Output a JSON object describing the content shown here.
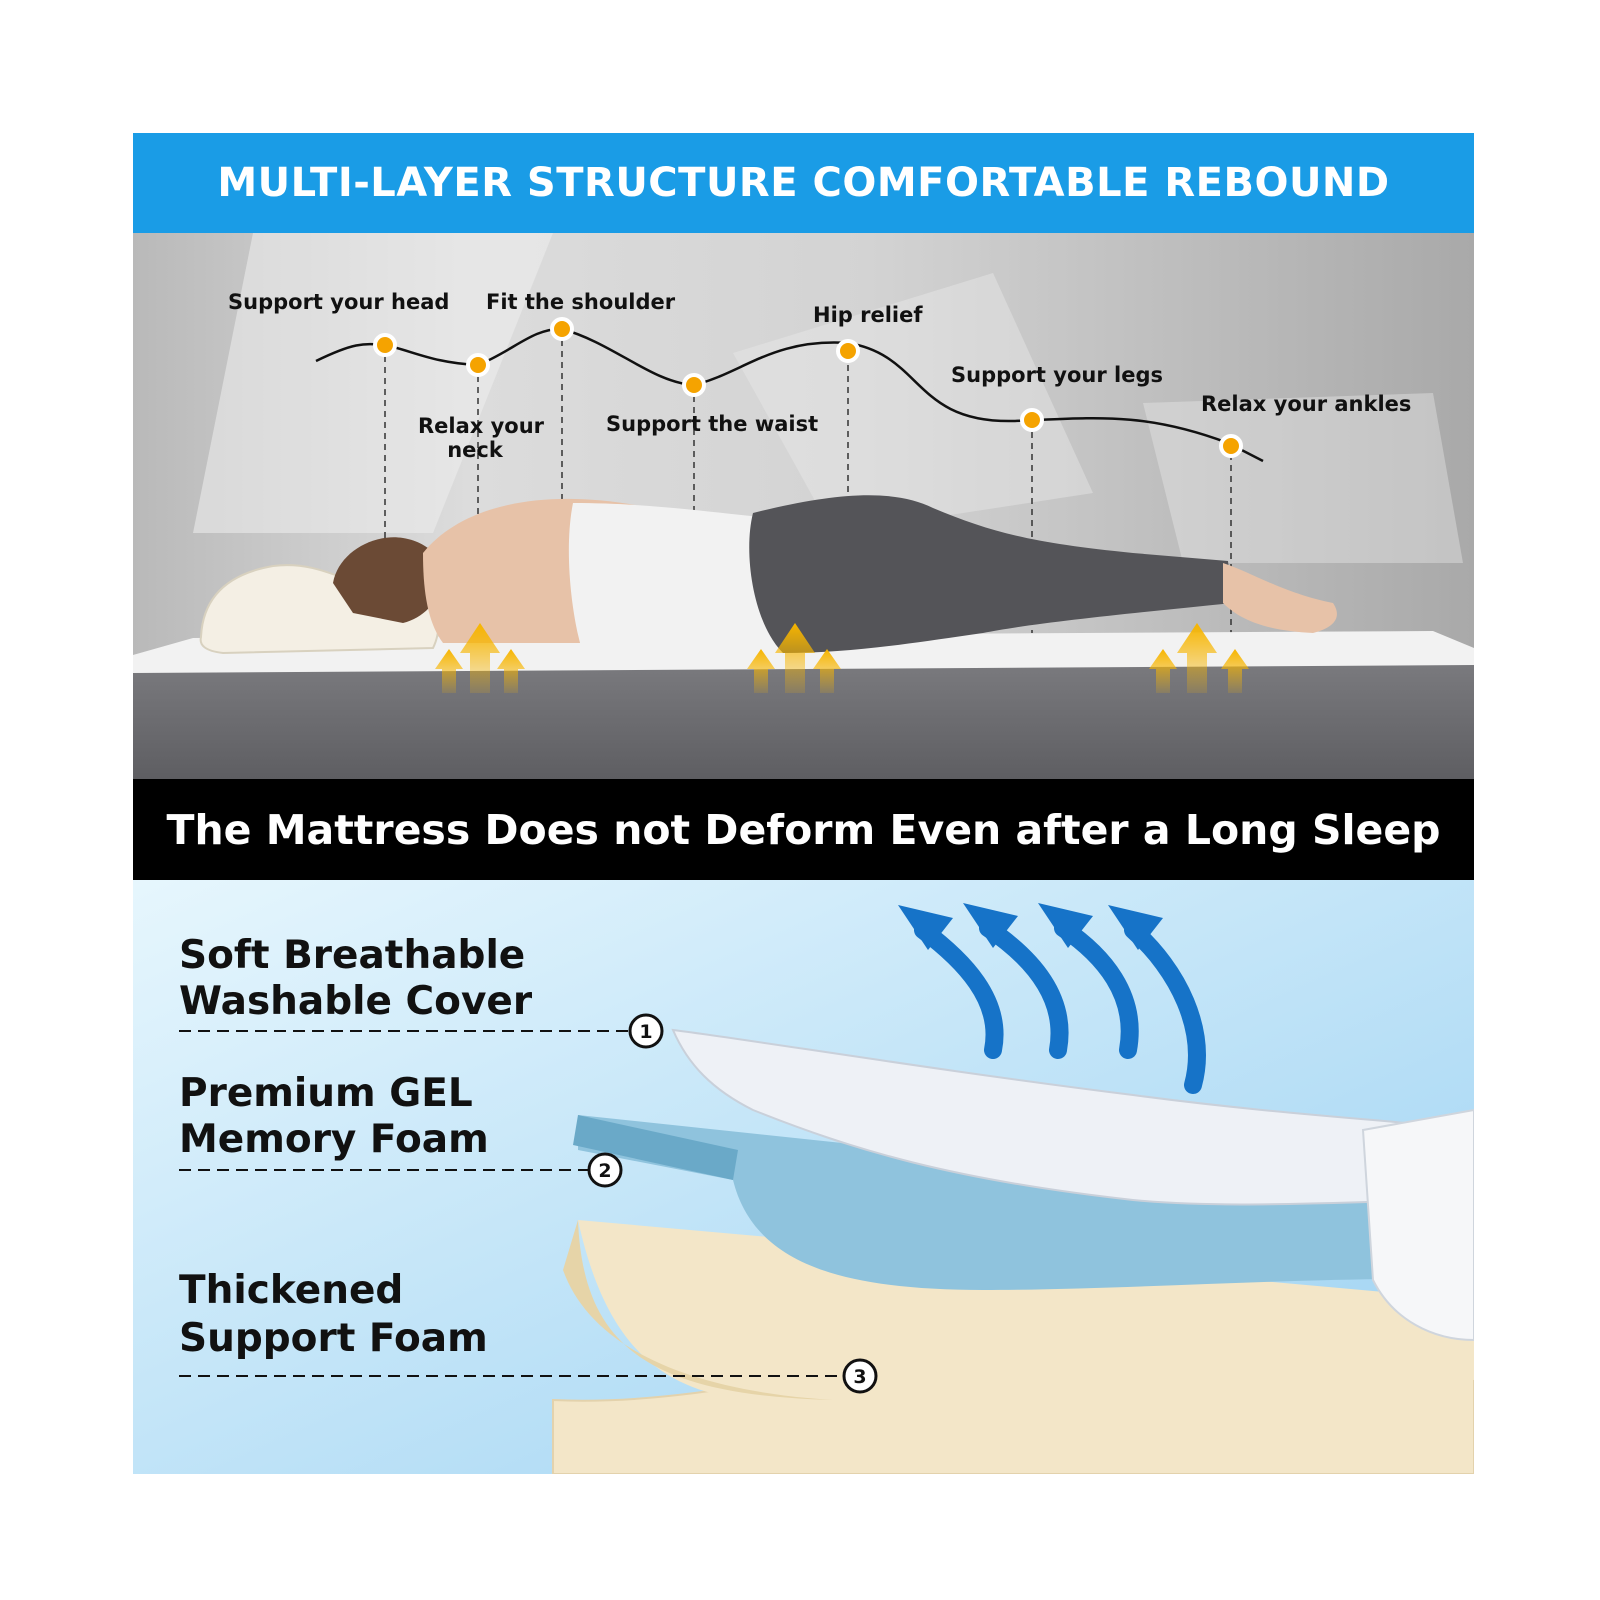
{
  "header": {
    "title": "MULTI-LAYER STRUCTURE COMFORTABLE REBOUND"
  },
  "support_points": [
    {
      "label": "Support your head"
    },
    {
      "label_line1": "Relax your",
      "label_line2": "neck"
    },
    {
      "label": "Fit the shoulder"
    },
    {
      "label": "Support the waist"
    },
    {
      "label": "Hip relief"
    },
    {
      "label": "Support your legs"
    },
    {
      "label": "Relax your ankles"
    }
  ],
  "divider": {
    "title": "The Mattress Does not Deform Even after a Long Sleep"
  },
  "layers": [
    {
      "number": "1",
      "line1": "Soft Breathable",
      "line2": "Washable Cover"
    },
    {
      "number": "2",
      "line1": "Premium GEL",
      "line2": "Memory Foam"
    },
    {
      "number": "3",
      "line1": "Thickened",
      "line2": "Support Foam"
    }
  ],
  "colors": {
    "banner_blue": "#1a9ce6",
    "banner_black": "#000000",
    "marker_orange": "#f5a300",
    "airflow_blue": "#1673c8",
    "gel_foam": "#8fc3dd",
    "support_foam": "#f3e6c8"
  }
}
